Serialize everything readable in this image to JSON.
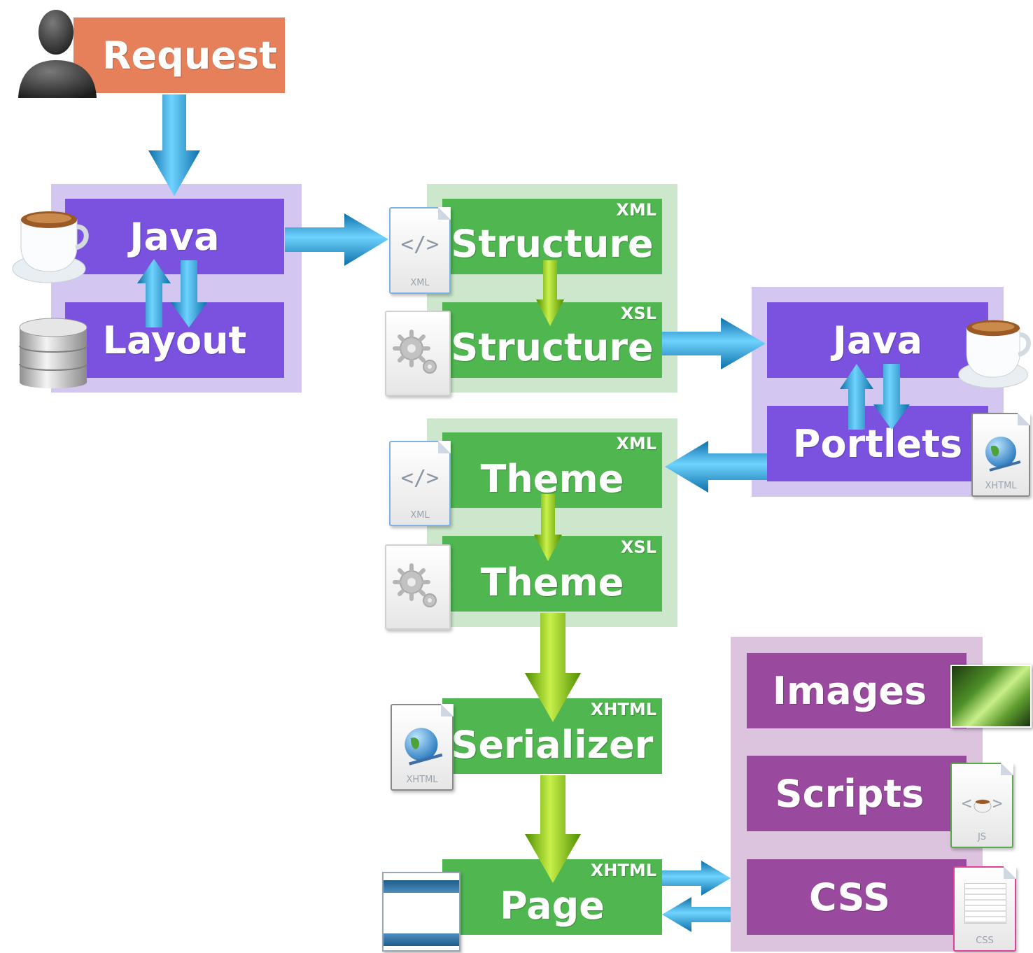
{
  "colors": {
    "request": "#e5805b",
    "purple_box": "#7a52df",
    "purple_bg": "#d3c6f1",
    "green_box": "#4fb650",
    "green_bg": "#cce7cc",
    "magenta_box": "#9a4a9e",
    "magenta_bg": "#dcc4de",
    "arrow_blue": "#1f95cf",
    "arrow_green": "#7dbd1c"
  },
  "nodes": {
    "request": "Request",
    "java_top": "Java",
    "layout": "Layout",
    "structure_xml": {
      "label": "Structure",
      "tag": "XML"
    },
    "structure_xsl": {
      "label": "Structure",
      "tag": "XSL"
    },
    "java_right": "Java",
    "portlets": "Portlets",
    "theme_xml": {
      "label": "Theme",
      "tag": "XML"
    },
    "theme_xsl": {
      "label": "Theme",
      "tag": "XSL"
    },
    "serializer": {
      "label": "Serializer",
      "tag": "XHTML"
    },
    "page": {
      "label": "Page",
      "tag": "XHTML"
    },
    "images": "Images",
    "scripts": "Scripts",
    "css": "CSS"
  },
  "file_icons": {
    "xml": {
      "code": "</>",
      "caption": "XML"
    },
    "xhtml": {
      "caption": "XHTML"
    },
    "js": {
      "caption": "JS"
    },
    "css": {
      "caption": "CSS"
    }
  },
  "icons": [
    "person-icon",
    "coffee-cup-icon",
    "database-icon",
    "xml-file-icon",
    "gear-file-icon",
    "xhtml-file-icon",
    "image-thumbnail-icon",
    "js-file-icon",
    "css-file-icon",
    "browser-window-icon"
  ]
}
